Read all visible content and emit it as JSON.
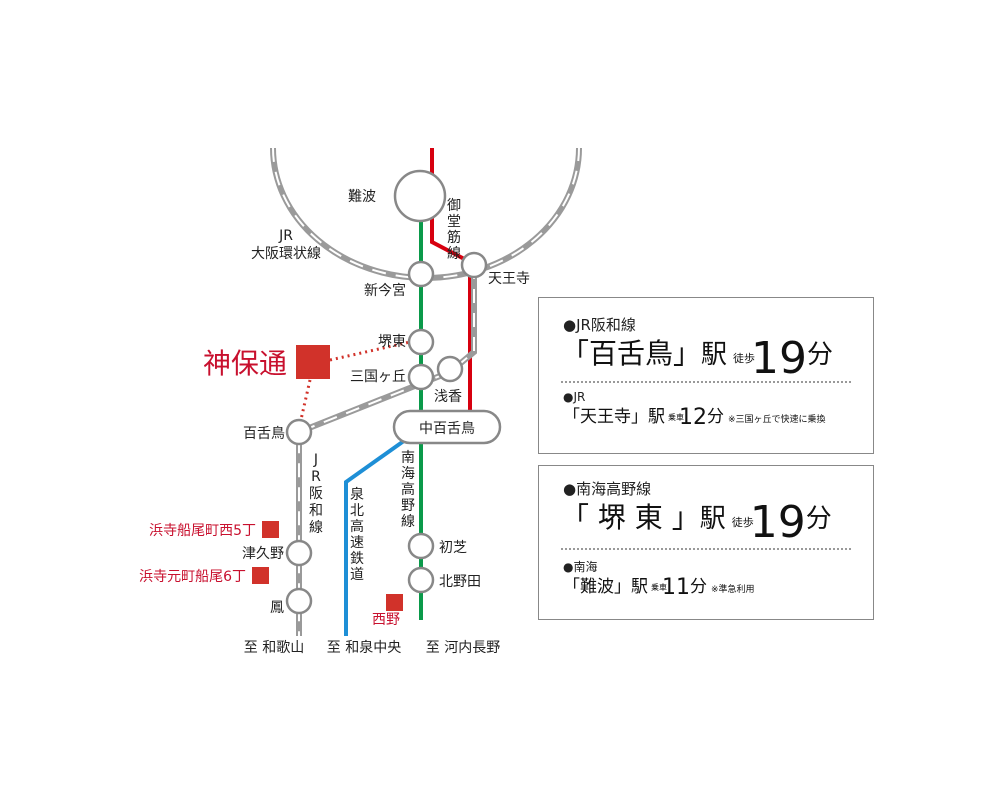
{
  "map": {
    "colors": {
      "jr": "#9a9a9a",
      "midosuji": "#d7000f",
      "nankai": "#0a9a4a",
      "semboku": "#1e8fd6",
      "target": "#d1322a"
    },
    "stations": {
      "namba": "難波",
      "shin_imamiya": "新今宮",
      "tennoji": "天王寺",
      "sakaihigashi": "堺東",
      "mikunigaoka": "三国ヶ丘",
      "asaka": "浅香",
      "nakamozu": "中百舌鳥",
      "mozu": "百舌鳥",
      "tsukuno": "津久野",
      "otori": "鳳",
      "hatsushiba": "初芝",
      "kitanoda": "北野田",
      "nishino": "西野"
    },
    "lines": {
      "jr_loop_1": "JR",
      "jr_loop_2": "大阪環状線",
      "midosuji": "御堂筋線",
      "hanwa": "JR阪和線",
      "koya": "南海高野線",
      "semboku": "泉北高速鉄道"
    },
    "places": {
      "target": "神保通",
      "hamadera_funao_nishi": "浜寺船尾町西5丁",
      "hamadera_motomachi": "浜寺元町船尾6丁"
    },
    "destinations": {
      "wakayama": "至 和歌山",
      "izumichuo": "至 和泉中央",
      "kawachinagano": "至 河内長野"
    }
  },
  "cards": [
    {
      "head": "●JR阪和線",
      "station": "「百舌鳥」",
      "eki": "駅",
      "mode": "徒歩",
      "minutes": "19",
      "unit": "分",
      "sub_head": "●JR",
      "sub_station": "「天王寺」",
      "sub_eki": "駅",
      "sub_mode": "乗車",
      "sub_minutes": "12",
      "sub_unit": "分",
      "sub_note": "※三国ヶ丘で快速に乗換"
    },
    {
      "head": "●南海高野線",
      "station": "「 堺 東 」",
      "eki": "駅",
      "mode": "徒歩",
      "minutes": "19",
      "unit": "分",
      "sub_head": "●南海",
      "sub_station": "「難波」",
      "sub_eki": "駅",
      "sub_mode": "乗車",
      "sub_minutes": "11",
      "sub_unit": "分",
      "sub_note": "※準急利用"
    }
  ]
}
